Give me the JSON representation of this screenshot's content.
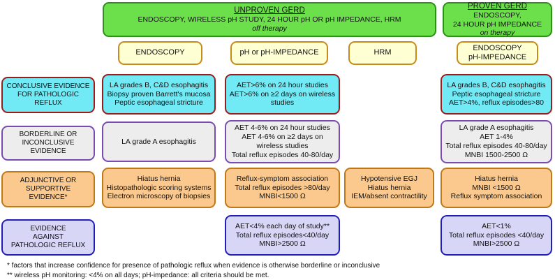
{
  "top": {
    "unproven": {
      "title": "UNPROVEN GERD",
      "subtitle": "ENDOSCOPY, WIRELESS pH STUDY, 24 HOUR pH OR pH IMPEDANCE, HRM",
      "note": "off therapy"
    },
    "proven": {
      "title": "PROVEN GERD",
      "line1": "ENDOSCOPY,",
      "line2": "24 HOUR pH IMPEDANCE",
      "note": "on therapy"
    }
  },
  "headers": {
    "endoscopy": "ENDOSCOPY",
    "ph": "pH or pH-IMPEDANCE",
    "hrm": "HRM",
    "proven_line1": "ENDOSCOPY",
    "proven_line2": "pH-IMPEDANCE"
  },
  "rows": {
    "conclusive": {
      "label": [
        "CONCLUSIVE EVIDENCE",
        "FOR PATHOLOGIC",
        "REFLUX"
      ],
      "endoscopy": [
        "LA grades B, C&D esophagitis",
        "Biopsy proven Barrett's mucosa",
        "Peptic esophageal stricture"
      ],
      "ph": [
        "AET>6% on 24 hour studies",
        "AET>6% on ≥2 days on wireless",
        "studies"
      ],
      "proven": [
        "LA grades B, C&D esophagitis",
        "Peptic esophageal stricture",
        "AET>4%, reflux episodes>80"
      ]
    },
    "borderline": {
      "label": [
        "BORDERLINE OR",
        "INCONCLUSIVE",
        "EVIDENCE"
      ],
      "endoscopy": [
        "LA grade A esophagitis"
      ],
      "ph": [
        "AET 4-6% on 24 hour studies",
        "AET 4-6% on ≥2 days on",
        "wireless studies",
        "Total reflux episodes 40-80/day"
      ],
      "proven": [
        "LA grade A esophagitis",
        "AET 1-4%",
        "Total reflux episodes 40-80/day",
        "MNBI 1500-2500 Ω"
      ]
    },
    "adjunctive": {
      "label": [
        "ADJUNCTIVE OR",
        "SUPPORTIVE",
        "EVIDENCE*"
      ],
      "endoscopy": [
        "Hiatus hernia",
        "Histopathologic scoring systems",
        "Electron microscopy of biopsies"
      ],
      "ph": [
        "Reflux-symptom association",
        "Total reflux episodes >80/day",
        "MNBI<1500 Ω"
      ],
      "hrm": [
        "Hypotensive EGJ",
        "Hiatus hernia",
        "IEM/absent contractility"
      ],
      "proven": [
        "Hiatus hernia",
        "MNBI <1500 Ω",
        "Reflux symptom association"
      ]
    },
    "against": {
      "label": [
        "EVIDENCE",
        "AGAINST",
        "PATHOLOGIC REFLUX"
      ],
      "ph": [
        "AET<4% each day of study**",
        "Total reflux episodes<40/day",
        "MNBI>2500 Ω"
      ],
      "proven": [
        "AET<1%",
        "Total reflux episodes <40/day",
        "MNBI>2500 Ω"
      ]
    }
  },
  "footnotes": {
    "star": "* factors that increase confidence for presence of pathologic reflux when evidence is otherwise borderline or inconclusive",
    "double_star": "** wireless pH monitoring: <4% on all days; pH-impedance: all criteria should be met."
  },
  "colors": {
    "green": "#6ce04a",
    "header_fill": "#ffffd4",
    "cyan": "#72eaf5",
    "grey": "#ededed",
    "orange": "#fbc98e",
    "blue": "#d7d6f6"
  }
}
